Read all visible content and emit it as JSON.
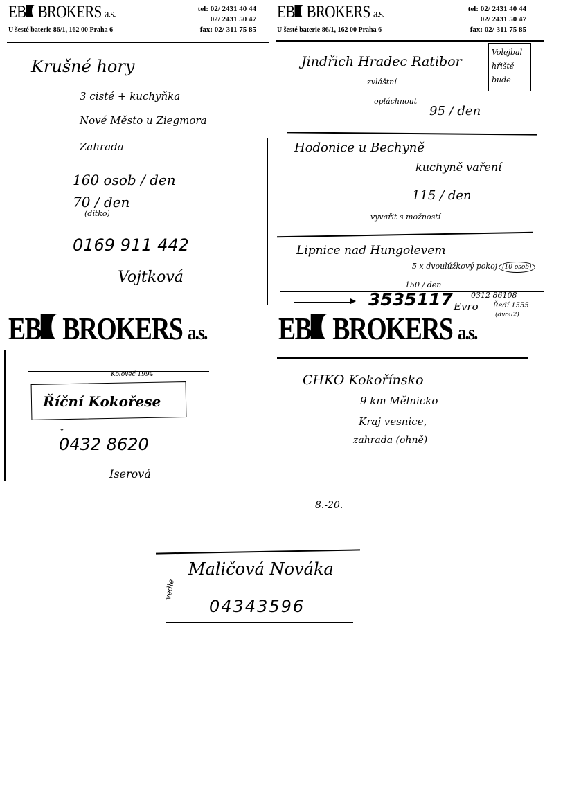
{
  "letterhead": {
    "brand_eb": "EB",
    "brand_rest": "BROKERS",
    "brand_suffix": "a.s.",
    "address": "U šesté baterie 86/1, 162 00 Praha 6",
    "tel_label": "tel:",
    "tel1": "02/ 2431 40 44",
    "tel2": "02/ 2431 50 47",
    "fax_label": "fax:",
    "fax": "02/ 311 75 85"
  },
  "note1": {
    "title": "Krušné hory",
    "l1": "3 cisté + kuchyňka",
    "l2": "Nové Město u Ziegmora",
    "l3": "Zahrada",
    "l4": "160 osob / den",
    "l5": "70 / den",
    "l5b": "(dítko)",
    "phone": "0169 911 442",
    "name": "Vojtková"
  },
  "note2": {
    "title": "Jindřich Hradec Ratibor",
    "box": "Volejbal hřiště bude",
    "l1": "zvláštní",
    "l2": "opláchnout",
    "l3": "95 / den"
  },
  "note3": {
    "title": "Hodonice u Bechyně",
    "l1": "kuchyně vaření",
    "l2": "115 / den",
    "l3": "vyvařit s možností"
  },
  "note4": {
    "title": "Lipnice nad Hungolevem",
    "l1": "5 x dvoulůžkový pokoj",
    "l1b": "(10 osob)",
    "l2": "150 / den",
    "phone_big": "3535117",
    "l3": "Evro",
    "phone_small": "0312 86108",
    "l4": "Ředí 1555",
    "l5": "(dvou2)"
  },
  "note5": {
    "top": "Koloveč 1994",
    "title": "Říční Kokořese",
    "phone": "0432 8620",
    "name": "Iserová"
  },
  "note6": {
    "title": "CHKO Kokořínsko",
    "l1": "9 km Mělnicko",
    "l2": "Kraj vesnice,",
    "l3": "zahrada (ohně)",
    "time": "8.-20."
  },
  "note7": {
    "side": "vedle",
    "title": "Maličová Nováka",
    "phone": "04343596"
  }
}
